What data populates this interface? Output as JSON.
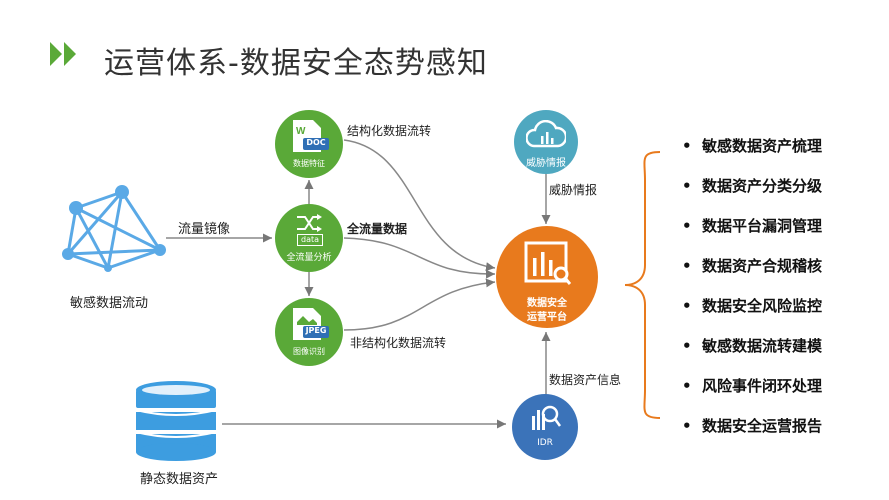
{
  "title": "运营体系-数据安全态势感知",
  "nodes": {
    "sensitive_flow": "敏感数据流动",
    "static_assets": "静态数据资产",
    "doc_circle": "数据特征",
    "doc_badge": "DOC",
    "full_flow": "全流量分析",
    "full_flow_badge": "data",
    "jpeg_circle": "图像识别",
    "jpeg_badge": "JPEG",
    "threat_circle": "威胁情报",
    "center_line1": "数据安全",
    "center_line2": "运营平台",
    "idr": "IDR"
  },
  "edges": {
    "mirror": "流量镜像",
    "structured": "结构化数据流转",
    "full_data": "全流量数据",
    "unstructured": "非结构化数据流转",
    "threat": "威胁情报",
    "asset_info": "数据资产信息"
  },
  "capabilities": [
    "敏感数据资产梳理",
    "数据资产分类分级",
    "数据平台漏洞管理",
    "数据资产合规稽核",
    "数据安全风险监控",
    "敏感数据流转建模",
    "风险事件闭环处理",
    "数据安全运营报告"
  ],
  "colors": {
    "green": "#5aa938",
    "orange": "#e87a1d",
    "blue_dark": "#3b73b9",
    "teal": "#4fa8c0",
    "network_blue": "#5aa9e6"
  }
}
